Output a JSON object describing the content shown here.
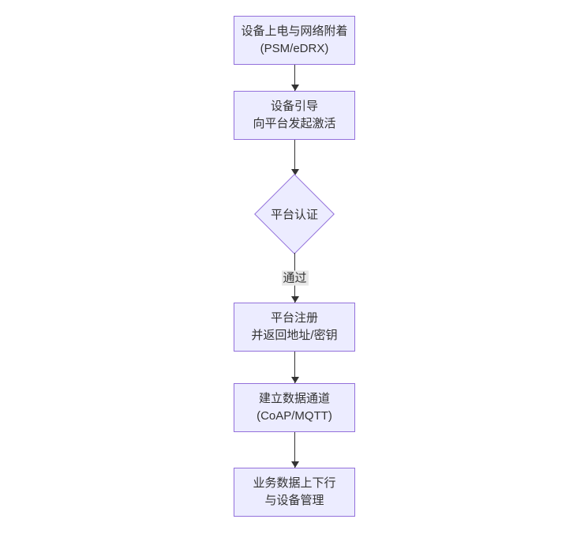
{
  "diagram": {
    "type": "flowchart-top-down",
    "colors": {
      "background": "#ffffff",
      "node_fill": "#ECECFF",
      "node_border": "#9370DB",
      "node_text": "#333333",
      "edge_line": "#333333",
      "edge_label_bg": "#e8e8e8"
    },
    "nodes": [
      {
        "id": "power-attach",
        "shape": "rect",
        "line1": "设备上电与网络附着",
        "line2": "(PSM/eDRX)"
      },
      {
        "id": "bootstrap",
        "shape": "rect",
        "line1": "设备引导",
        "line2": "向平台发起激活"
      },
      {
        "id": "platform-auth",
        "shape": "diamond",
        "label": "平台认证"
      },
      {
        "id": "register",
        "shape": "rect",
        "line1": "平台注册",
        "line2": "并返回地址/密钥"
      },
      {
        "id": "data-channel",
        "shape": "rect",
        "line1": "建立数据通道",
        "line2": "(CoAP/MQTT)"
      },
      {
        "id": "business",
        "shape": "rect",
        "line1": "业务数据上下行",
        "line2": "与设备管理"
      }
    ],
    "edges": [
      {
        "from": "power-attach",
        "to": "bootstrap",
        "label": ""
      },
      {
        "from": "bootstrap",
        "to": "platform-auth",
        "label": ""
      },
      {
        "from": "platform-auth",
        "to": "register",
        "label": "通过"
      },
      {
        "from": "register",
        "to": "data-channel",
        "label": ""
      },
      {
        "from": "data-channel",
        "to": "business",
        "label": ""
      }
    ]
  }
}
